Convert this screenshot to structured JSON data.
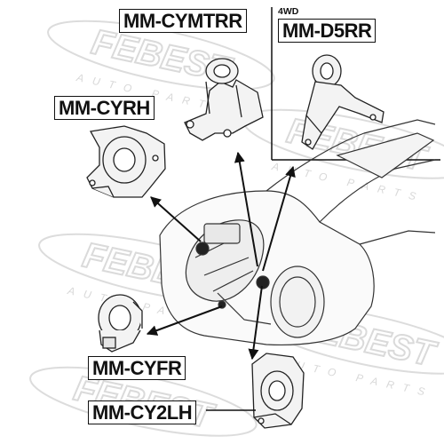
{
  "watermark": {
    "brand": "FEBEST",
    "sub": "AUTO PARTS"
  },
  "labels": {
    "cymtrr": "MM-CYMTRR",
    "d5rr": "MM-D5RR",
    "wd4": "4WD",
    "cyrh": "MM-CYRH",
    "cyfr": "MM-CYFR",
    "cy2lh": "MM-CY2LH"
  }
}
